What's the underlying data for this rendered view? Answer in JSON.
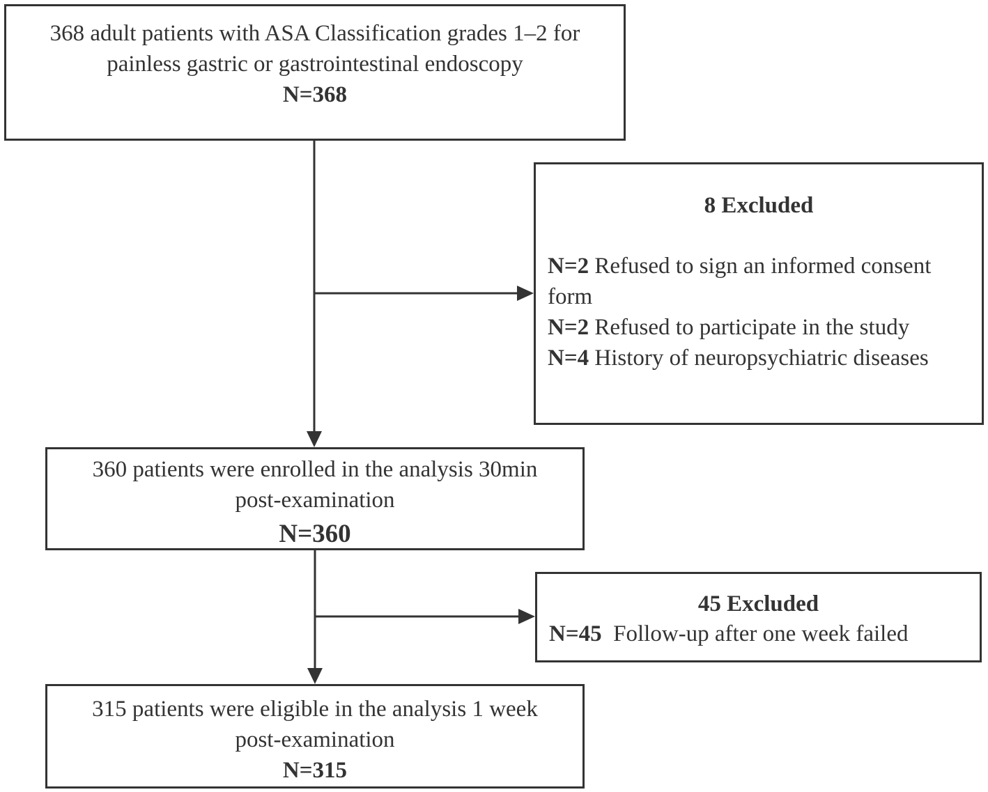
{
  "boxes": {
    "start": {
      "line1": "368 adult patients with ASA Classification grades 1–2 for",
      "line2": "painless gastric or gastrointestinal endoscopy",
      "n": "N=368"
    },
    "exclusion1": {
      "title": "8 Excluded",
      "items": [
        {
          "n": "N=2",
          "text": " Refused to sign an informed consent form"
        },
        {
          "n": "N=2",
          "text": " Refused to participate in the study"
        },
        {
          "n": "N=4",
          "text": " History of neuropsychiatric diseases"
        }
      ]
    },
    "enrolled": {
      "line1": "360 patients were enrolled in the analysis 30min",
      "line2": "post-examination",
      "n": "N=360"
    },
    "exclusion2": {
      "title": "45 Excluded",
      "items": [
        {
          "n": "N=45",
          "text": "  Follow-up after one week failed"
        }
      ]
    },
    "final": {
      "line1": "315 patients were eligible in the analysis 1 week",
      "line2": "post-examination",
      "n": "N=315"
    }
  },
  "colors": {
    "stroke": "#333333",
    "background": "#ffffff"
  }
}
